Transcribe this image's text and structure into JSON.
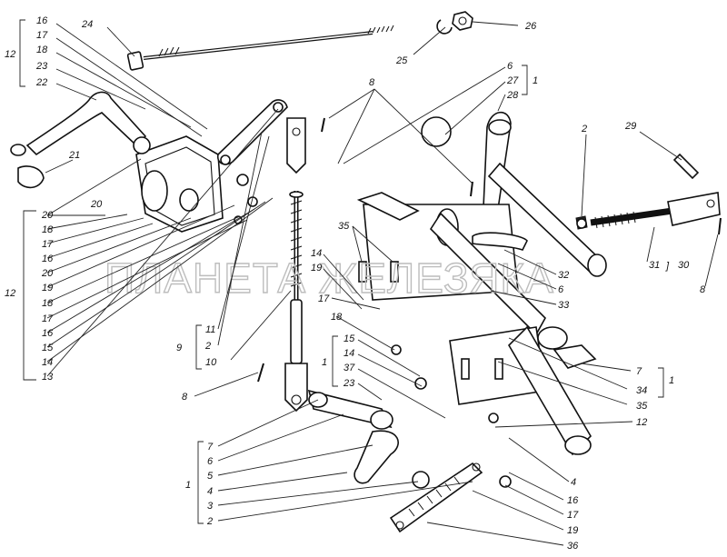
{
  "watermark": "ПЛАНЕТА ЖЕЛЕЗЯКА",
  "labels": {
    "tl_16": "16",
    "tl_17": "17",
    "tl_18": "18",
    "tl_23": "23",
    "tl_22": "22",
    "tl_group": "12",
    "l24": "24",
    "l25": "25",
    "l26": "26",
    "l21": "21",
    "l8_top": "8",
    "l6_top": "6",
    "l27": "27",
    "l28": "28",
    "l1_top": "1",
    "l2_right": "2",
    "l29": "29",
    "l31": "31",
    "l30": "30",
    "l8_right": "8",
    "left_20a": "20",
    "left_20b": "20",
    "left_18": "18",
    "left_17": "17",
    "left_16": "16",
    "left_20c": "20",
    "left_19": "19",
    "left_18b": "18",
    "left_17b": "17",
    "left_16b": "16",
    "left_15": "15",
    "left_14": "14",
    "left_13": "13",
    "left_group": "12",
    "g9_11": "11",
    "g9_2": "2",
    "g9_10": "10",
    "g9_group": "9",
    "l8_left": "8",
    "c35": "35",
    "c14": "14",
    "c19": "19",
    "c17": "17",
    "c18": "18",
    "m15": "15",
    "m14": "14",
    "m37": "37",
    "m23": "23",
    "m_group": "1",
    "r32": "32",
    "r6": "6",
    "r33": "33",
    "r7": "7",
    "r34": "34",
    "r35": "35",
    "r_group": "1",
    "r12": "12",
    "r4": "4",
    "r16": "16",
    "r17": "17",
    "r19": "19",
    "r36": "36",
    "b7": "7",
    "b6": "6",
    "b5": "5",
    "b4": "4",
    "b3": "3",
    "b2": "2",
    "b_group": "1"
  }
}
